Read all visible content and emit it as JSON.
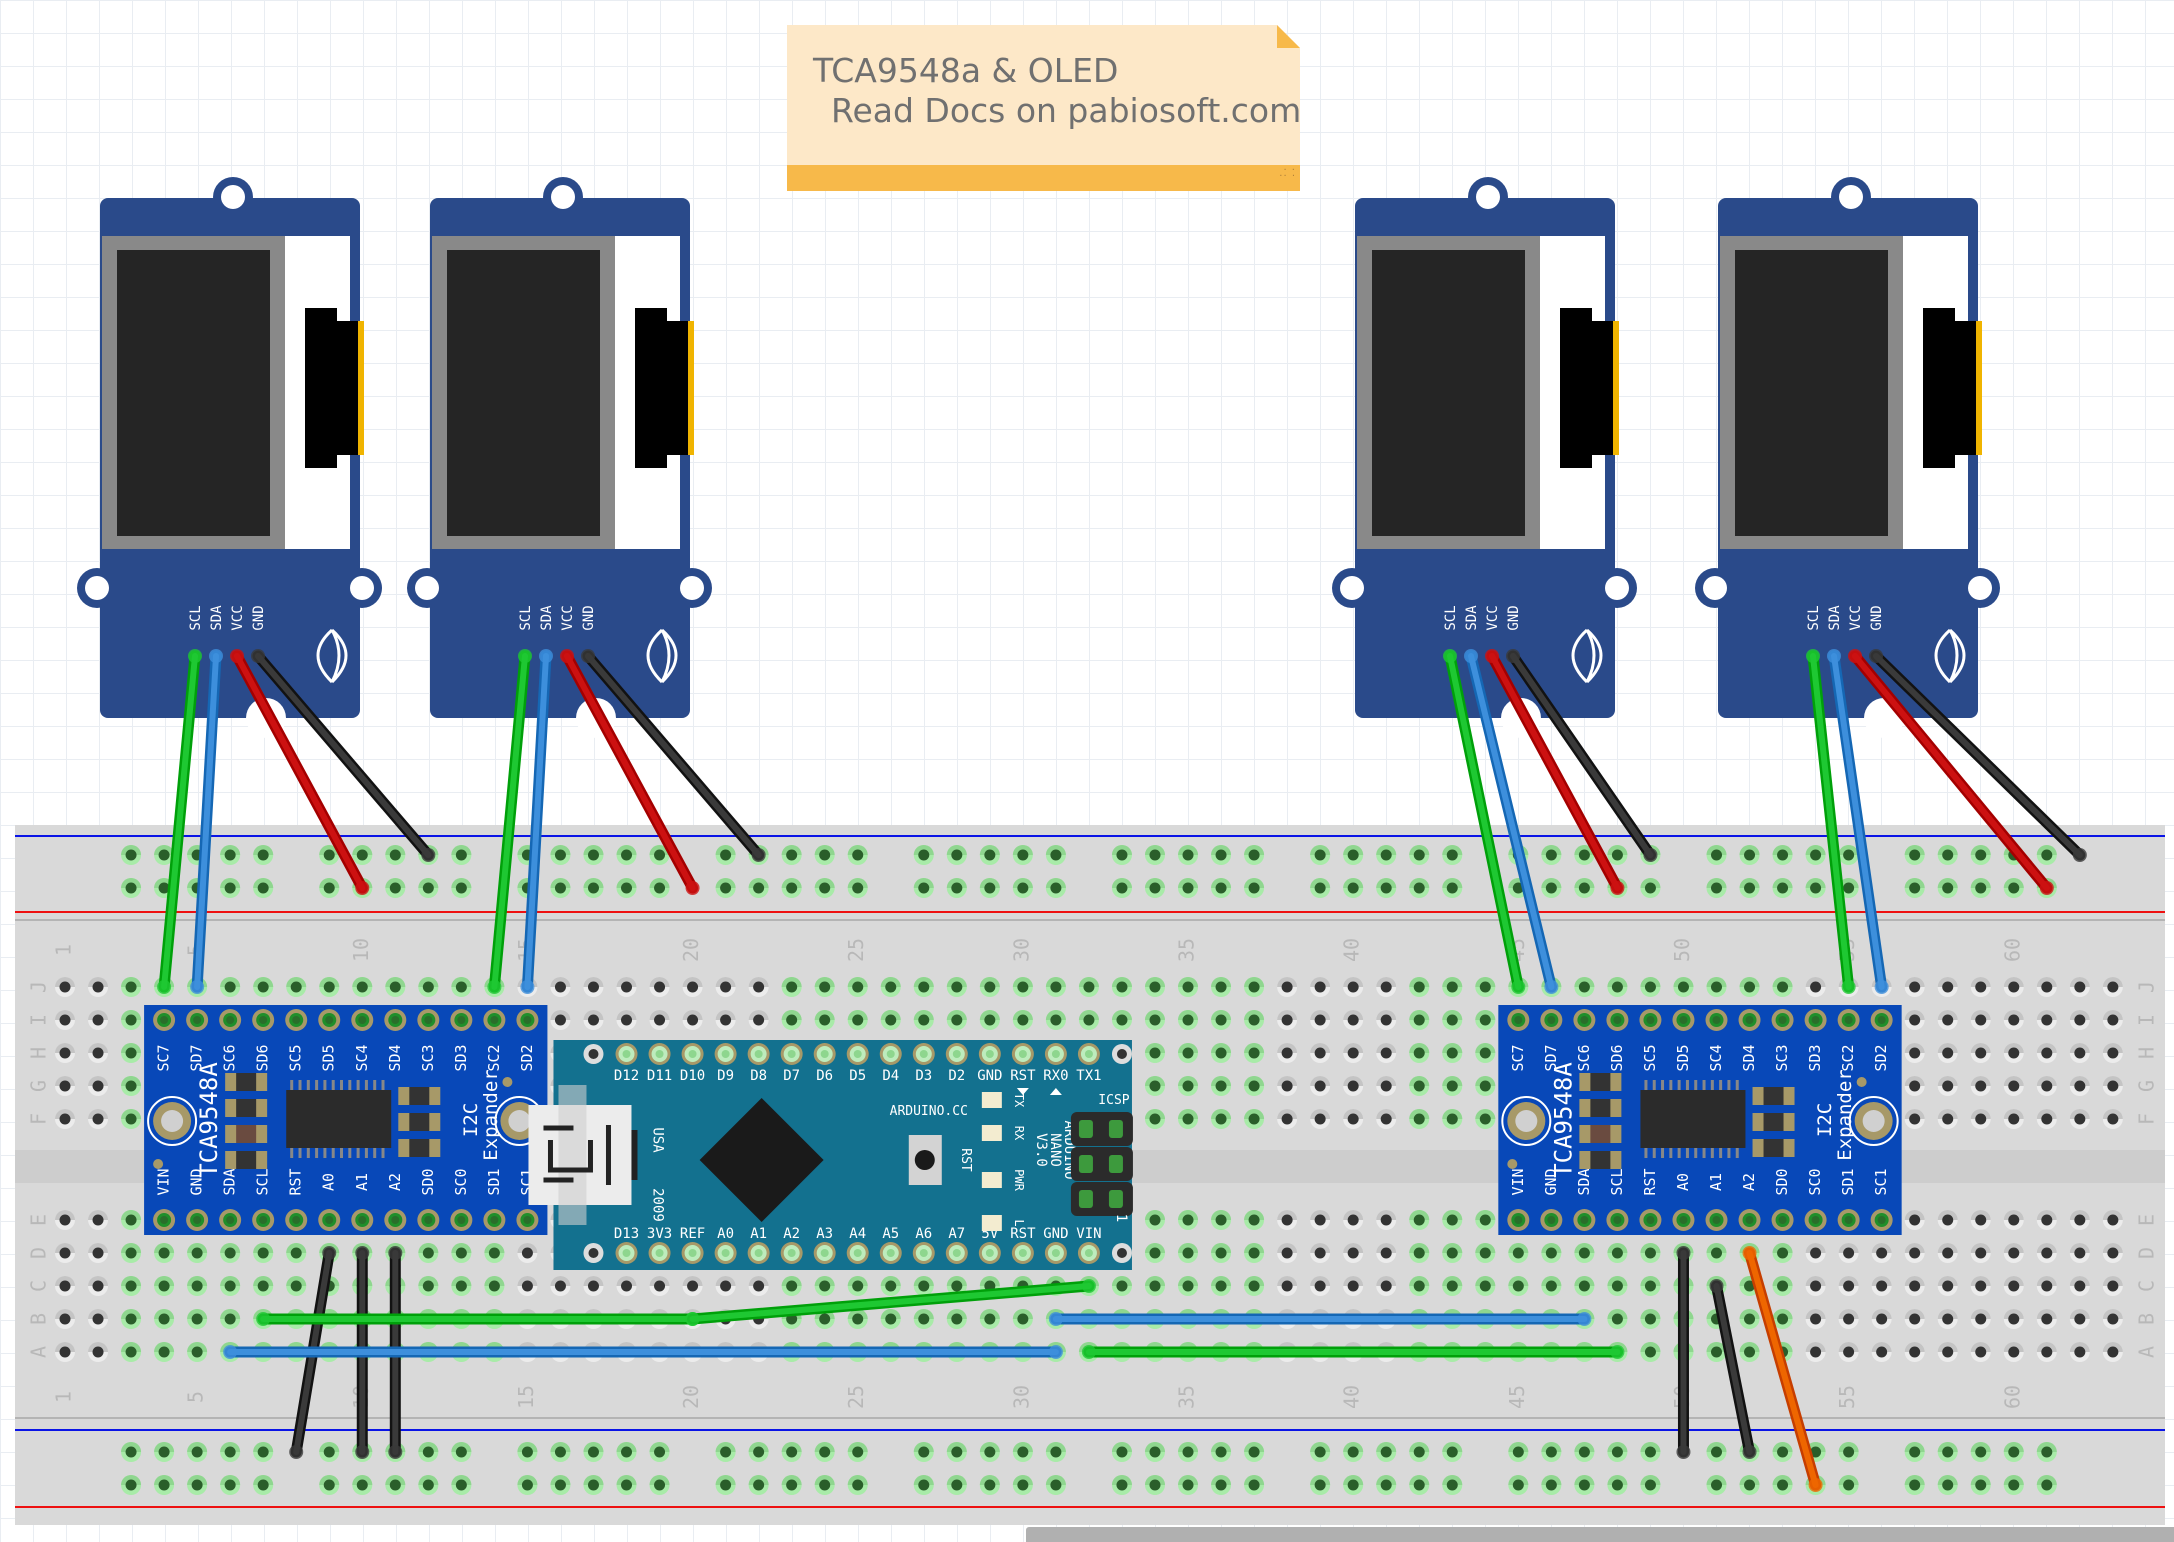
{
  "note": {
    "title": "TCA9548a & OLED",
    "subtitle": "Read Docs on pabiosoft.com"
  },
  "colors": {
    "wire_green": "#1ec832",
    "wire_blue": "#3d8fdc",
    "wire_red": "#cc1111",
    "wire_black": "#3a3a3a",
    "wire_orange": "#ee6600",
    "rail_blue": "#0a14e6",
    "rail_red": "#ee1111",
    "oled_pcb": "#2a4a8a",
    "tca_pcb": "#0848b8",
    "nano_pcb": "#13718f",
    "note_bg": "#fde8c8",
    "note_accent": "#f7b94a"
  },
  "breadboard": {
    "columns": 63,
    "row_letters_top": [
      "J",
      "I",
      "H",
      "G",
      "F"
    ],
    "row_letters_bottom": [
      "E",
      "D",
      "C",
      "B",
      "A"
    ],
    "column_labels": [
      "1",
      "5",
      "10",
      "15",
      "20",
      "25",
      "30",
      "35",
      "40",
      "45",
      "50",
      "55",
      "60"
    ]
  },
  "oled_modules": [
    {
      "name": "oled-1",
      "pins": [
        "SCL",
        "SDA",
        "VCC",
        "GND"
      ]
    },
    {
      "name": "oled-2",
      "pins": [
        "SCL",
        "SDA",
        "VCC",
        "GND"
      ]
    },
    {
      "name": "oled-3",
      "pins": [
        "SCL",
        "SDA",
        "VCC",
        "GND"
      ]
    },
    {
      "name": "oled-4",
      "pins": [
        "SCL",
        "SDA",
        "VCC",
        "GND"
      ]
    }
  ],
  "tca_modules": [
    {
      "name": "tca9548a-left",
      "title": "TCA9548A",
      "subtitle1": "I2C",
      "subtitle2": "Expander",
      "top_pins": [
        "SC7",
        "SD7",
        "SC6",
        "SD6",
        "SC5",
        "SD5",
        "SC4",
        "SD4",
        "SC3",
        "SD3",
        "SC2",
        "SD2"
      ],
      "bottom_pins": [
        "VIN",
        "GND",
        "SDA",
        "SCL",
        "RST",
        "A0",
        "A1",
        "A2",
        "SD0",
        "SC0",
        "SD1",
        "SC1"
      ]
    },
    {
      "name": "tca9548a-right",
      "title": "TCA9548A",
      "subtitle1": "I2C",
      "subtitle2": "Expander",
      "top_pins": [
        "SC7",
        "SD7",
        "SC6",
        "SD6",
        "SC5",
        "SD5",
        "SC4",
        "SD4",
        "SC3",
        "SD3",
        "SC2",
        "SD2"
      ],
      "bottom_pins": [
        "VIN",
        "GND",
        "SDA",
        "SCL",
        "RST",
        "A0",
        "A1",
        "A2",
        "SD0",
        "SC0",
        "SD1",
        "SC1"
      ]
    }
  ],
  "arduino_nano": {
    "top_pins": [
      "D12",
      "D11",
      "D10",
      "D9",
      "D8",
      "D7",
      "D6",
      "D5",
      "D4",
      "D3",
      "D2",
      "GND",
      "RST",
      "RX0",
      "TX1"
    ],
    "bottom_pins": [
      "D13",
      "3V3",
      "REF",
      "A0",
      "A1",
      "A2",
      "A3",
      "A4",
      "A5",
      "A6",
      "A7",
      "5V",
      "RST",
      "GND",
      "VIN"
    ],
    "usa_label": "USA",
    "year_label": "2009",
    "site_label": "ARDUINO.CC",
    "rst_label": "RST",
    "leds": [
      "TX",
      "RX",
      "PWR",
      "L"
    ],
    "board_label_1": "ARDUINO",
    "board_label_2": "NANO",
    "board_label_3": "V3.0",
    "icsp_label": "ICSP",
    "pin1_label": "1"
  },
  "wires": [
    {
      "color": "wire_green",
      "from": "oled-1.SCL",
      "to": "J4"
    },
    {
      "color": "wire_blue",
      "from": "oled-1.SDA",
      "to": "J5"
    },
    {
      "color": "wire_red",
      "from": "oled-1.VCC",
      "to": "top-rail-2.10"
    },
    {
      "color": "wire_black",
      "from": "oled-1.GND",
      "to": "top-rail-1.12"
    },
    {
      "color": "wire_green",
      "from": "oled-2.SCL",
      "to": "J14"
    },
    {
      "color": "wire_blue",
      "from": "oled-2.SDA",
      "to": "J15"
    },
    {
      "color": "wire_red",
      "from": "oled-2.VCC",
      "to": "top-rail-2.20"
    },
    {
      "color": "wire_black",
      "from": "oled-2.GND",
      "to": "top-rail-1.22"
    },
    {
      "color": "wire_green",
      "from": "oled-3.SCL",
      "to": "J45"
    },
    {
      "color": "wire_blue",
      "from": "oled-3.SDA",
      "to": "J46"
    },
    {
      "color": "wire_red",
      "from": "oled-3.VCC",
      "to": "top-rail-2.48"
    },
    {
      "color": "wire_black",
      "from": "oled-3.GND",
      "to": "top-rail-1.49"
    },
    {
      "color": "wire_green",
      "from": "oled-4.SCL",
      "to": "J55"
    },
    {
      "color": "wire_blue",
      "from": "oled-4.SDA",
      "to": "J56"
    },
    {
      "color": "wire_red",
      "from": "oled-4.VCC",
      "to": "top-rail-2.61"
    },
    {
      "color": "wire_black",
      "from": "oled-4.GND",
      "to": "top-rail-1.62"
    },
    {
      "color": "wire_black",
      "from": "D9",
      "to": "bottom-rail-1.8"
    },
    {
      "color": "wire_black",
      "from": "D10",
      "to": "bottom-rail-1.10"
    },
    {
      "color": "wire_black",
      "from": "D11",
      "to": "bottom-rail-1.11"
    },
    {
      "color": "wire_green",
      "from": "B7",
      "to": "B20"
    },
    {
      "color": "wire_green",
      "from": "B20",
      "to": "C32"
    },
    {
      "color": "wire_blue",
      "from": "A6",
      "to": "A31"
    },
    {
      "color": "wire_blue",
      "from": "B31",
      "to": "B47"
    },
    {
      "color": "wire_green",
      "from": "A32",
      "to": "A48"
    },
    {
      "color": "wire_black",
      "from": "D50",
      "to": "bottom-rail-1.50"
    },
    {
      "color": "wire_black",
      "from": "C51",
      "to": "bottom-rail-1.52"
    },
    {
      "color": "wire_orange",
      "from": "D52",
      "to": "bottom-rail-2.54"
    }
  ]
}
